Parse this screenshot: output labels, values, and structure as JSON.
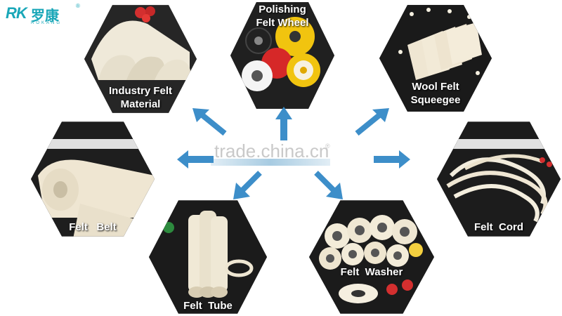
{
  "logo": {
    "mark": "RK",
    "chinese": "罗康",
    "subtitle": "ROKANG",
    "registered": "®"
  },
  "watermark": {
    "text": "trade.china.cn",
    "registered": "®"
  },
  "products": [
    {
      "label": "Industry Felt\nMaterial"
    },
    {
      "label": "Polishing\nFelt Wheel"
    },
    {
      "label": "Wool Felt\nSqueegee"
    },
    {
      "label": "Felt   Belt"
    },
    {
      "label": "Felt  Cord"
    },
    {
      "label": "Felt  Tube"
    },
    {
      "label": "Felt  Washer"
    }
  ],
  "colors": {
    "accent": "#1aa7b8",
    "arrow": "#3d8ec9",
    "hex_bg": "#1c1c1c",
    "felt": "#efe9d9",
    "label": "#ffffff"
  }
}
